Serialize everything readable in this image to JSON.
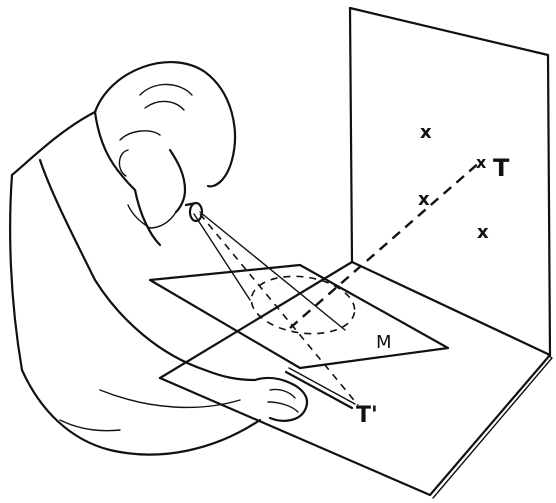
{
  "labels": {
    "target": "T",
    "projection": "T'",
    "mirror": "M"
  },
  "marks": [
    "x",
    "x",
    "x",
    "x"
  ],
  "colors": {
    "ink": "#111111",
    "paper": "#ffffff"
  }
}
